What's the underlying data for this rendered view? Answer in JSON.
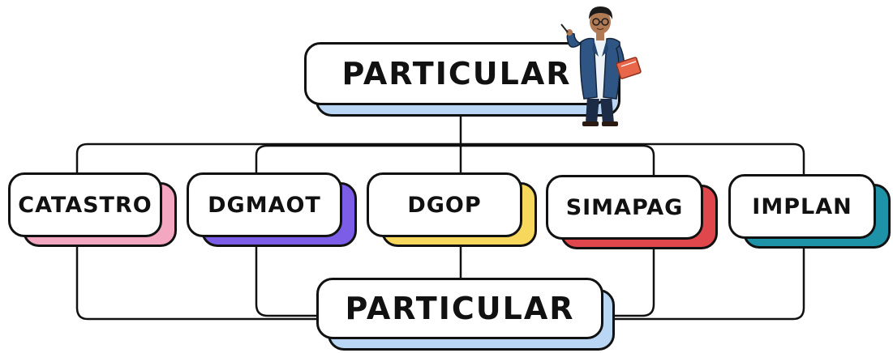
{
  "diagram": {
    "top_node": {
      "label": "PARTICULAR",
      "shadow_color": "#b9d7f5"
    },
    "middle_nodes": [
      {
        "id": "catastro",
        "label": "CATASTRO",
        "shadow_color": "#f4a7c0"
      },
      {
        "id": "dgmaot",
        "label": "DGMAOT",
        "shadow_color": "#7b5de8"
      },
      {
        "id": "dgop",
        "label": "DGOP",
        "shadow_color": "#f7d85c"
      },
      {
        "id": "simapag",
        "label": "SIMAPAG",
        "shadow_color": "#e0474c"
      },
      {
        "id": "implan",
        "label": "IMPLAN",
        "shadow_color": "#1e93a8"
      }
    ],
    "bottom_node": {
      "label": "PARTICULAR",
      "shadow_color": "#b9d7f5"
    },
    "illustration": {
      "icon": "teacher-presenter-icon"
    },
    "line_color": "#111111"
  }
}
